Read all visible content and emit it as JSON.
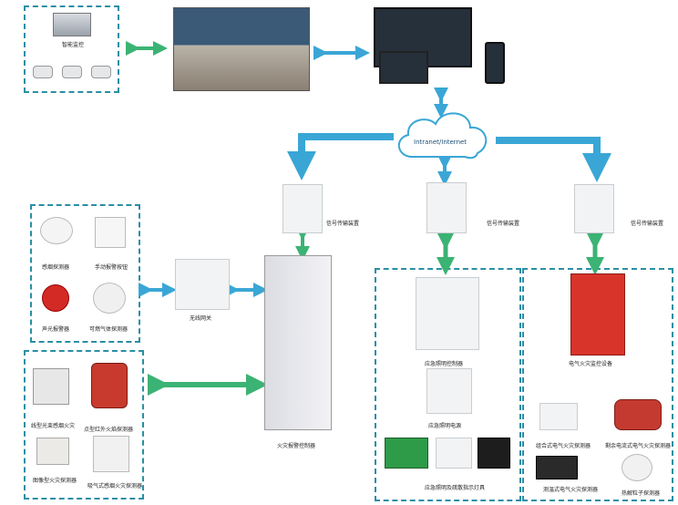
{
  "title": "",
  "nodes": {
    "cctv": "智能监控",
    "network": "Intranet/Internet",
    "signal_1": "信号传输装置",
    "signal_2": "信号传输装置",
    "signal_3": "信号传输装置",
    "smoke": "感烟探测器",
    "manual_alarm": "手动报警按钮",
    "sound_light": "声光报警器",
    "gas": "可燃气体探测器",
    "wireless_gateway": "无线网关",
    "fire_controller": "火灾报警控制器",
    "flame_ir": "线型光束感烟火灾",
    "point_ir": "点型红外火焰探测器",
    "image_fire": "图像型火灾探测器",
    "air_sampling": "吸气式感烟火灾探测器",
    "emergency_ctrl": "应急照明控制器",
    "emergency_power": "应急照明电源",
    "exit_lights": "应急照明及疏散指示灯具",
    "elec_monitor": "电气火灾监控设备",
    "combo_detector": "组合式电气火灾探测器",
    "residual_current": "剩余电流式电气火灾探测器",
    "temp_detector": "测温式电气火灾探测器",
    "thermal": "热解粒子探测器"
  },
  "colors": {
    "arrow_blue": "#3aa6d6",
    "arrow_green": "#3bb374",
    "dash": "#2a8fa6"
  }
}
